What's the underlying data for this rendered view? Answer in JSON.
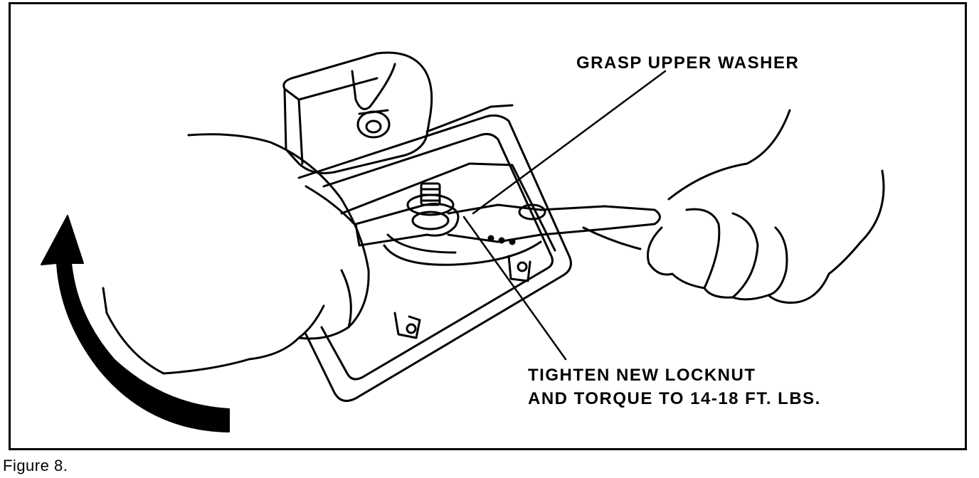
{
  "callouts": {
    "grasp": "GRASP UPPER WASHER",
    "tighten_line1": "TIGHTEN NEW LOCKNUT",
    "tighten_line2": "AND TORQUE TO 14-18 FT. LBS."
  },
  "caption": "Figure 8.",
  "colors": {
    "ink": "#000000",
    "paper": "#ffffff"
  },
  "icons": [
    "rotation-arrow-icon"
  ]
}
